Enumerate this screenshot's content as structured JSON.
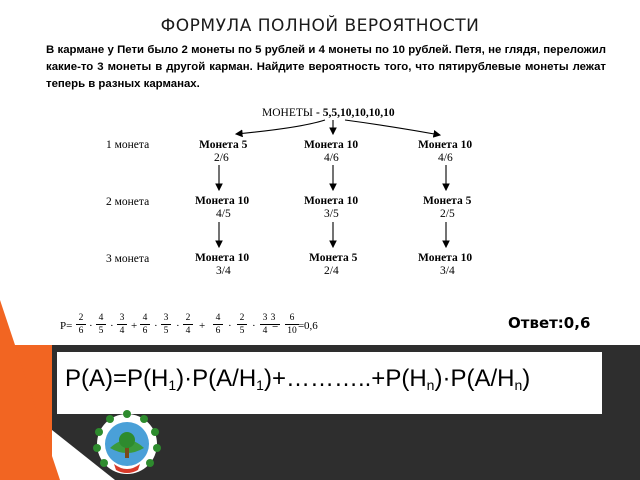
{
  "title": "ФОРМУЛА ПОЛНОЙ ВЕРОЯТНОСТИ",
  "problem_text": "В кармане у Пети было 2 монеты по 5 рублей и 4 монеты по 10 рублей. Петя, не глядя, переложил какие-то 3 монеты в другой карман. Найдите вероятность того, что пятирублевые монеты лежат теперь в разных карманах.",
  "tree": {
    "root_label": "МОНЕТЫ",
    "root_values": " - 5,5,10,10,10,10",
    "row_labels": [
      "1 монета",
      "2 монета",
      "3 монета"
    ],
    "nodes": [
      [
        {
          "label": "Монета 5",
          "prob": "2/6"
        },
        {
          "label": "Монета 10",
          "prob": "4/6"
        },
        {
          "label": "Монета 10",
          "prob": "4/6"
        }
      ],
      [
        {
          "label": "Монета 10",
          "prob": "4/5"
        },
        {
          "label": "Монета 10",
          "prob": "3/5"
        },
        {
          "label": "Монета 5",
          "prob": "2/5"
        }
      ],
      [
        {
          "label": "Монета 10",
          "prob": "3/4"
        },
        {
          "label": "Монета 5",
          "prob": "2/4"
        },
        {
          "label": "Монета 10",
          "prob": "3/4"
        }
      ]
    ]
  },
  "calc": {
    "lhs": "P=",
    "fractions": [
      {
        "n": "2",
        "d": "6"
      },
      {
        "n": "4",
        "d": "5"
      },
      {
        "n": "3",
        "d": "4"
      },
      {
        "n": "4",
        "d": "6"
      },
      {
        "n": "3",
        "d": "5"
      },
      {
        "n": "2",
        "d": "4"
      },
      {
        "n": "4",
        "d": "6"
      },
      {
        "n": "2",
        "d": "5"
      },
      {
        "n": "3",
        "d": "4"
      },
      {
        "n": "3",
        "d": "",
        "partial": true
      },
      {
        "n": "6",
        "d": "10"
      }
    ],
    "ops": [
      "·",
      "·",
      "+",
      "·",
      "·",
      "+",
      "·",
      "·",
      "=",
      "="
    ],
    "result": "0,6"
  },
  "answer": "Ответ:0,6",
  "formula": {
    "p_a": "P(A)=P(H",
    "i1": "1",
    "mid1": ")·P(A/H",
    "i2": "1",
    "mid2": ")+………..+P(H",
    "i3": "n",
    "mid3": ")·P(A/H",
    "i4": "n",
    "end": ")"
  },
  "colors": {
    "accent_orange": "#f26522",
    "accent_dark": "#2e2e2e",
    "row_label_highlight": "#c47a1a"
  },
  "logo_icon": "tree-globe-emblem"
}
